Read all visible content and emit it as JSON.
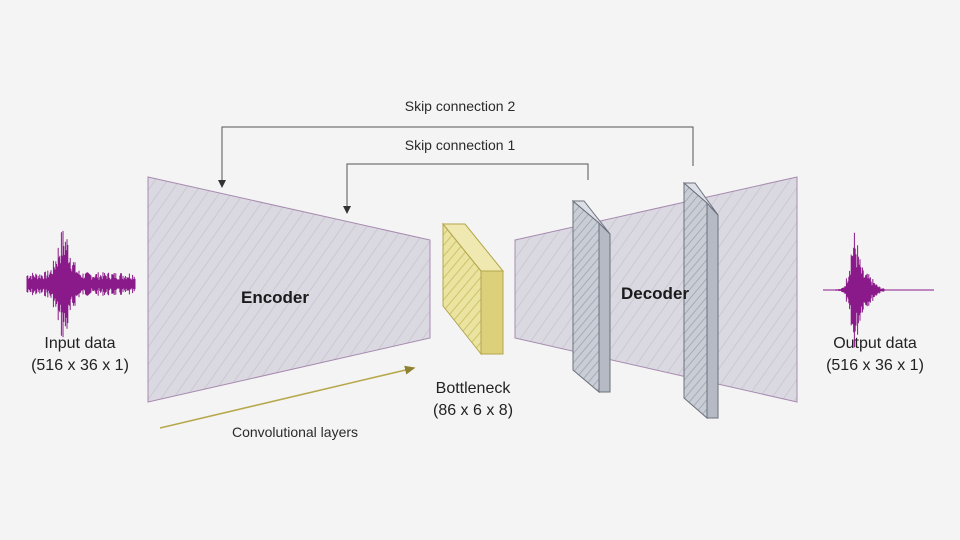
{
  "diagram": {
    "skip2_label": "Skip connection 2",
    "skip1_label": "Skip connection 1",
    "encoder_label": "Encoder",
    "decoder_label": "Decoder",
    "input_label": "Input data",
    "input_dims": "(516 x 36 x 1)",
    "output_label": "Output data",
    "output_dims": "(516 x 36 x 1)",
    "bottleneck_label": "Bottleneck",
    "bottleneck_dims": "(86 x 6 x 8)",
    "conv_label": "Convolutional layers"
  },
  "colors": {
    "waveform": "#8a1a8a",
    "trapezoid_fill": "#d9d6e0",
    "bottleneck": "#e6dc8c",
    "skip_plate": "#c4c9d2",
    "arrow": "#b6a84a",
    "line": "#555555"
  }
}
